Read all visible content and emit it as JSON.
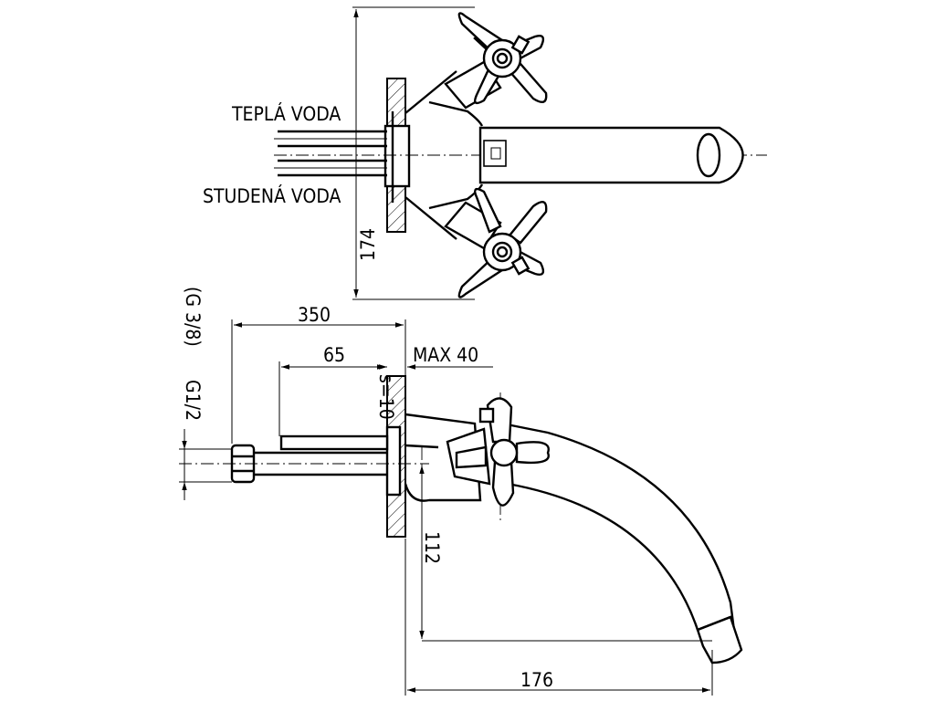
{
  "labels": {
    "hot_water": "TEPLÁ VODA",
    "cold_water": "STUDENÁ VODA",
    "thread_small": "(G 3/8)",
    "thread_large": "G1/2",
    "wall_thickness": "s=10"
  },
  "dimensions": {
    "height_top": "174",
    "width_overall": "350",
    "depth_pipe": "65",
    "max_offset": "MAX 40",
    "spout_height": "112",
    "spout_reach": "176"
  }
}
